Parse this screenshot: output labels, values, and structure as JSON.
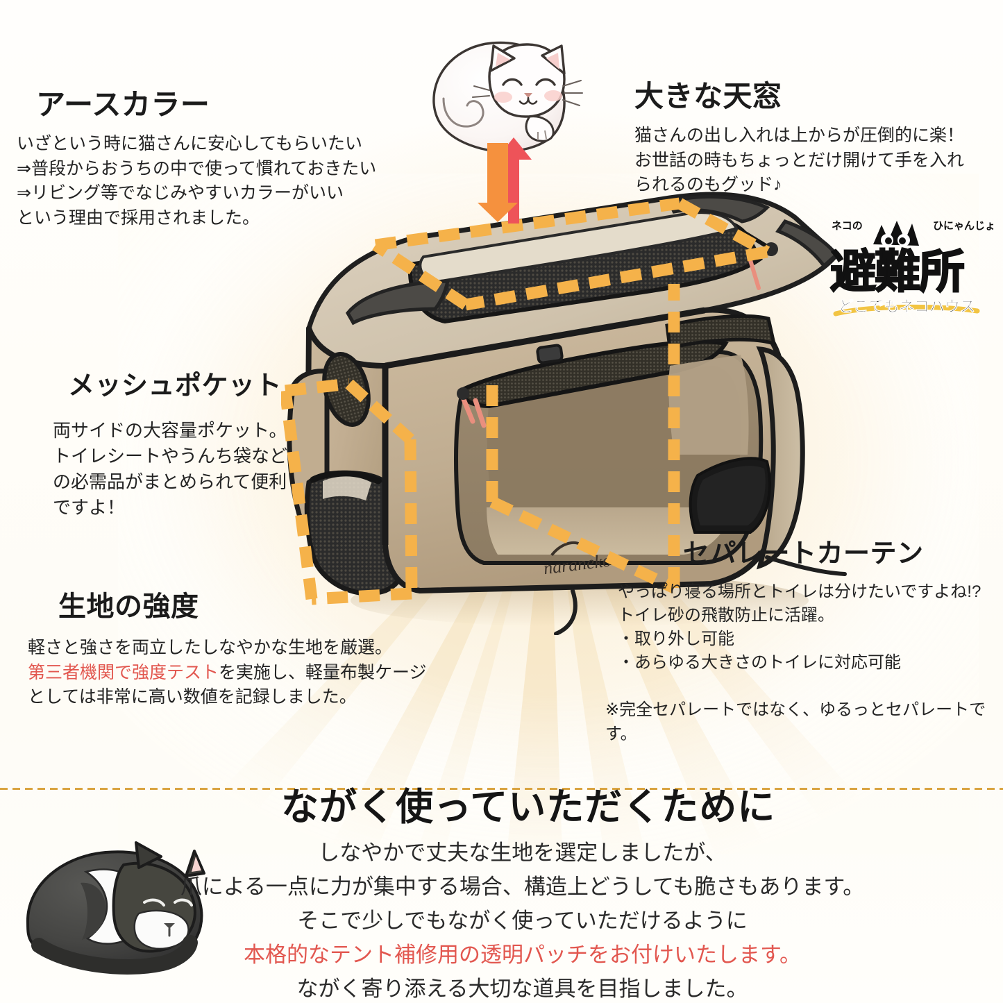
{
  "brand": {
    "product_logo_text": "naraneko"
  },
  "logo": {
    "furigana_left": "ネコの",
    "furigana_right": "ひにゃんじょ",
    "main": "避難所",
    "tagline": "どこでもネコハウス"
  },
  "features": {
    "earth_color": {
      "title": "アースカラー",
      "body": "いざという時に猫さんに安心してもらいたい\n⇒普段からおうちの中で使って慣れておきたい\n⇒リビング等でなじみやすいカラーがいい\nという理由で採用されました。"
    },
    "skylight": {
      "title": "大きな天窓",
      "body": "猫さんの出し入れは上からが圧倒的に楽！\nお世話の時もちょっとだけ開けて手を入れ\nられるのもグッド♪"
    },
    "mesh_pocket": {
      "title": "メッシュポケット",
      "body": "両サイドの大容量ポケット。\nトイレシートやうんち袋など\nの必需品がまとめられて便利\nですよ！"
    },
    "fabric_strength": {
      "title": "生地の強度",
      "line1": "軽さと強さを両立したしなやかな生地を厳選。",
      "line2_highlight": "第三者機関で強度テスト",
      "line2_rest": "を実施し、軽量布製ケージ",
      "line3": "としては非常に高い数値を記録しました。"
    },
    "separate_curtain": {
      "title": "セパレートカーテン",
      "body": "やっぱり寝る場所とトイレは分けたいですよね!?\nトイレ砂の飛散防止に活躍。\n・取り外し可能\n・あらゆる大きさのトイレに対応可能",
      "note": "※完全セパレートではなく、ゆるっとセパレートです。"
    }
  },
  "longevity": {
    "title": "ながく使っていただくために",
    "line1": "しなやかで丈夫な生地を選定しましたが、",
    "line2": "爪による一点に力が集中する場合、構造上どうしても脆さもあります。",
    "line3": "そこで少しでもながく使っていただけるように",
    "line4_red": "本格的なテント補修用の透明パッチをお付けいたします。",
    "line5": "ながく寄り添える大切な道具を目指しました。"
  },
  "colors": {
    "background": "#fffefb",
    "accent_orange": "#f5b24a",
    "arrow_red": "#ee5359",
    "arrow_orange": "#f5913e",
    "text_red": "#e2574f",
    "divider": "#d9a441",
    "fabric_tan": "#c6ae90",
    "fabric_dark": "#8b7c66",
    "trim_black": "#232323"
  }
}
